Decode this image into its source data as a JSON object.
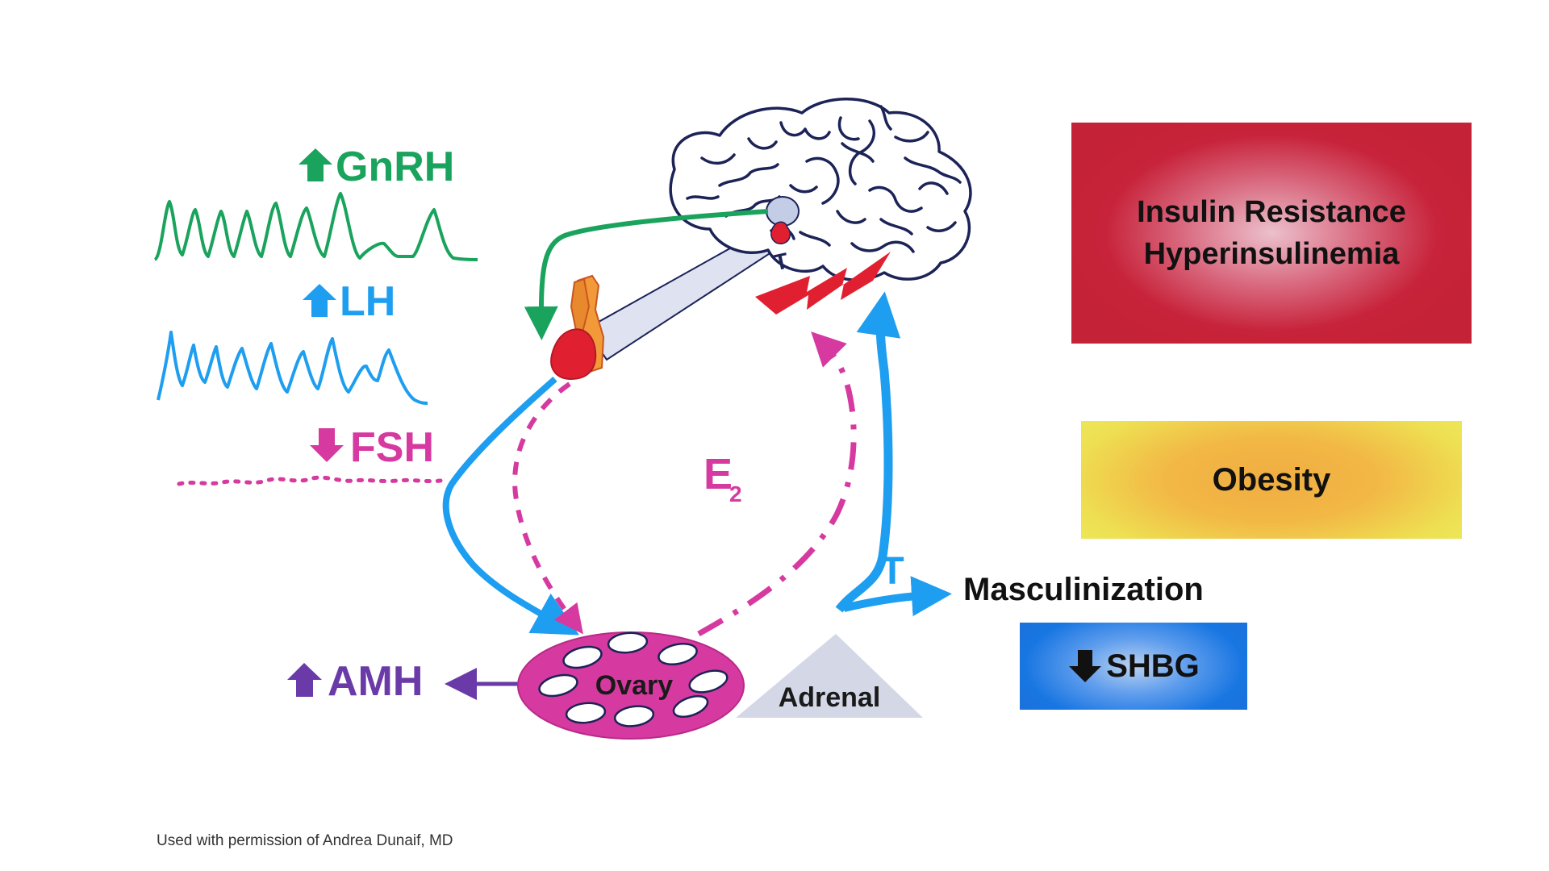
{
  "hormones": {
    "gnrh": {
      "arrow": "up",
      "label": "GnRH",
      "color": "#1aa35c"
    },
    "lh": {
      "arrow": "up",
      "label": "LH",
      "color": "#1e9ef0"
    },
    "fsh": {
      "arrow": "down",
      "label": "FSH",
      "color": "#d63aa0"
    },
    "amh": {
      "arrow": "up",
      "label": "AMH",
      "color": "#6a3aa8"
    }
  },
  "labels": {
    "e2_main": "E",
    "e2_sub": "2",
    "t_brain": "T",
    "t_arrow": "T",
    "ovary": "Ovary",
    "adrenal": "Adrenal",
    "masculinization": "Masculinization"
  },
  "boxes": {
    "insulin_line1": "Insulin Resistance",
    "insulin_line2": "Hyperinsulinemia",
    "obesity": "Obesity",
    "shbg_arrow": "down",
    "shbg": "SHBG"
  },
  "credit": "Used with permission of Andrea Dunaif, MD",
  "colors": {
    "blue": "#1e9ef0",
    "green": "#1aa35c",
    "magenta": "#d63aa0",
    "purple": "#6a3aa8",
    "brain_outline": "#1c2357",
    "red": "#e02030",
    "ovary_fill": "#d63aa0",
    "adrenal_fill": "#d4d8e6"
  },
  "icons": [
    "brain-icon",
    "pituitary-icon",
    "hypothalamus-icon",
    "lightning-icon",
    "ovary-icon",
    "adrenal-icon"
  ]
}
